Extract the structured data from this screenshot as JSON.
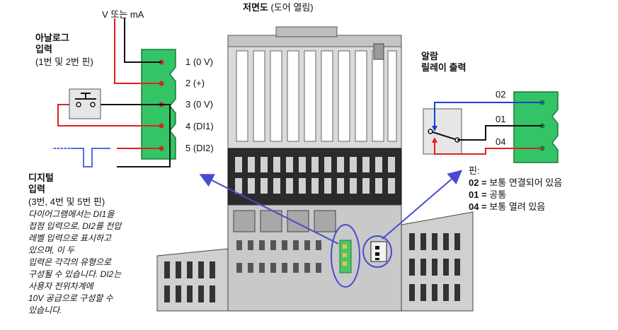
{
  "view_title": {
    "bold": "저면도",
    "rest": " (도어 열림)"
  },
  "signal_label": "V 또는 mA",
  "analog_input": {
    "title_line1": "아날로그",
    "title_line2": "입력",
    "subtitle": "(1번 및 2번 핀)"
  },
  "terminal_pins": [
    "1 (0 V)",
    "2 (+)",
    "3 (0 V)",
    "4 (DI1)",
    "5 (DI2)"
  ],
  "digital_input": {
    "title_line1": "디지털",
    "title_line2": "입력",
    "subtitle": "(3번, 4번 및 5번 핀)",
    "note_lines": [
      "다이어그램에서는 DI1을",
      "접점 입력으로, DI2를 전압",
      "레벨 입력으로 표시하고",
      "있으며, 이 두",
      "입력은 각각의 유형으로",
      "구성될 수 있습니다. DI2는",
      "사용자 전위차계에",
      "10V 공급으로 구성할 수",
      "있습니다."
    ]
  },
  "alarm_relay": {
    "title_line1": "알람",
    "title_line2": "릴레이 출력",
    "pins": [
      "02",
      "01",
      "04"
    ]
  },
  "pin_legend": {
    "title": "핀:",
    "items": [
      {
        "num": "02",
        "sep": " = ",
        "desc": "보통 연결되어 있음"
      },
      {
        "num": "01",
        "sep": " = ",
        "desc": "공통"
      },
      {
        "num": "04",
        "sep": " = ",
        "desc": "보통 열려 있음"
      }
    ]
  },
  "colors": {
    "terminal_green": "#33c466",
    "terminal_dark": "#1a7a3c",
    "wire_red": "#e02020",
    "wire_blue": "#1a3fd6",
    "wire_black": "#111111",
    "callout": "#4a4ad0",
    "chassis": "#c8c8c8",
    "chassis_dark": "#2a2a2a"
  }
}
